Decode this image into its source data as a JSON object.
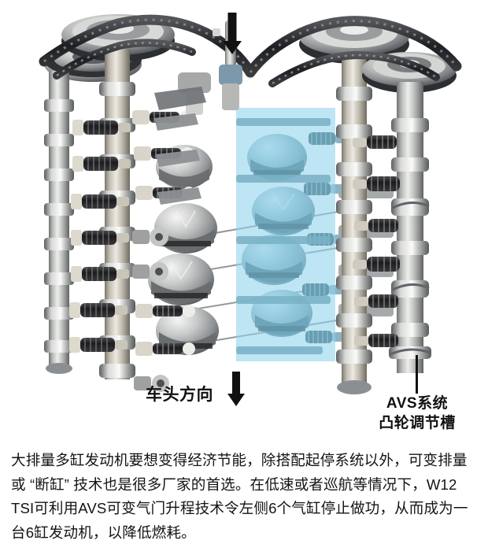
{
  "figure": {
    "subject": "W12 TSI engine cutaway with AVS variable valve lift",
    "top_arrow": "down-arrow",
    "bottom_arrow": "down-arrow",
    "highlight_color": "#a7dcef",
    "highlight_label": "deactivated-cylinder-bank-highlight"
  },
  "labels": {
    "front_direction": "车头方向",
    "avs_line1": "AVS系统",
    "avs_line2": "凸轮调节槽"
  },
  "caption": {
    "text": "大排量多缸发动机要想变得经济节能，除搭配起停系统以外，可变排量或 “断缸” 技术也是很多厂家的首选。在低速或者巡航等情况下，W12 TSI可利用AVS可变气门升程技术令左侧6个气缸停止做功，从而成为一台6缸发动机，以降低燃耗。"
  },
  "colors": {
    "cyan_overlay": "#a7dcef",
    "arrow_black": "#111111",
    "text_black": "#141414",
    "metal_light": "#e3e4e2",
    "metal_mid": "#a9aaa7",
    "metal_dark": "#6d6f70",
    "chain_black": "#2b2b2d",
    "tinted_part": "#5d8fa0"
  }
}
